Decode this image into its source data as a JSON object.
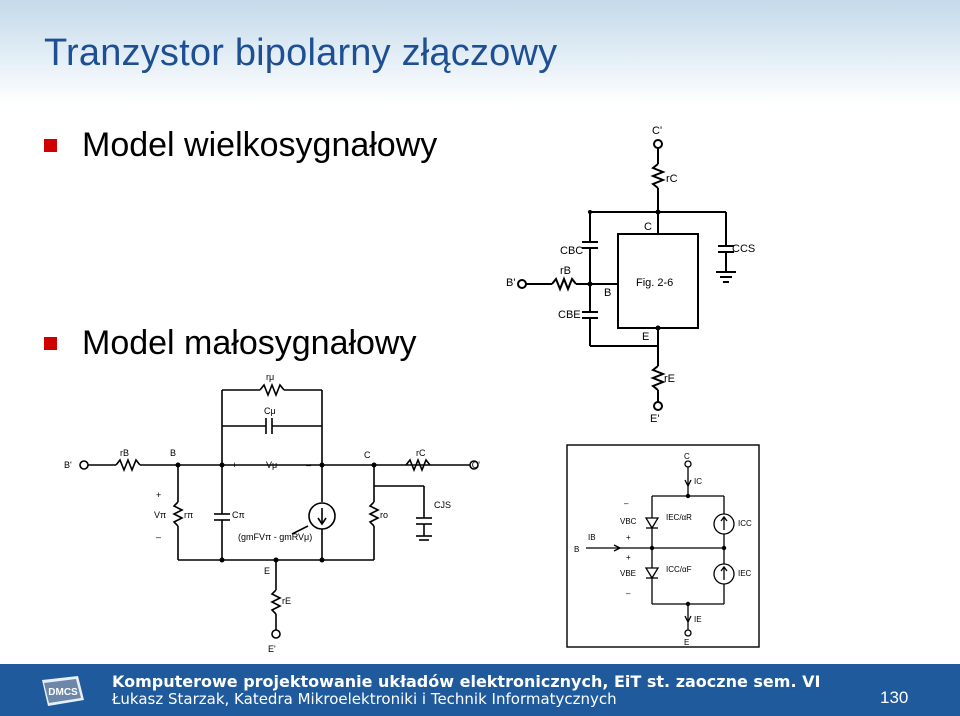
{
  "slide": {
    "title": "Tranzystor bipolarny złączowy",
    "bullets": [
      {
        "text": "Model wielkosygnałowy"
      },
      {
        "text": "Model małosygnałowy"
      }
    ]
  },
  "figures": {
    "large_signal": {
      "labels": {
        "c_prime": "C'",
        "rc": "rC",
        "c": "C",
        "cbc": "CBC",
        "ccs": "CCS",
        "b_prime": "B'",
        "rb": "rB",
        "b": "B",
        "fig": "Fig. 2-6",
        "cbe": "CBE",
        "e": "E",
        "re": "rE",
        "e_prime": "E'"
      }
    },
    "small_signal": {
      "labels": {
        "rmu": "rμ",
        "cmu": "Cμ",
        "b_prime": "B'",
        "rb": "rB",
        "b": "B",
        "plus": "+",
        "vmu": "Vμ",
        "minus": "–",
        "c": "C",
        "rc": "rC",
        "c_prime": "C'",
        "cjs": "CJS",
        "vpi": "Vπ",
        "rpi": "rπ",
        "cpi": "Cπ",
        "gm_expr": "(gmFVπ - gmRVμ)",
        "ro": "ro",
        "e": "E",
        "re": "rE",
        "e_prime": "E'"
      }
    },
    "ebers_moll": {
      "labels": {
        "c": "C",
        "ic": "IC",
        "minus_top": "–",
        "vbc": "VBC",
        "iec_ar": "IEC/αR",
        "iec_src": "ICC",
        "ib": "IB",
        "b": "B",
        "plus_mid": "+",
        "plus_low": "+",
        "vbe": "VBE",
        "icc_af": "ICC/αF",
        "iec_src2": "IEC",
        "minus_low": "–",
        "ie": "IE",
        "e": "E"
      }
    }
  },
  "footer": {
    "logo": "DMCS",
    "line1": "Komputerowe projektowanie układów elektronicznych, EiT st. zaoczne sem. VI",
    "line2": "Łukasz Starzak, Katedra Mikroelektroniki i Technik Informatycznych",
    "page_number": "130"
  },
  "colors": {
    "title": "#1f4f93",
    "bullet": "#d10000",
    "footer": "#1e5a9c"
  }
}
